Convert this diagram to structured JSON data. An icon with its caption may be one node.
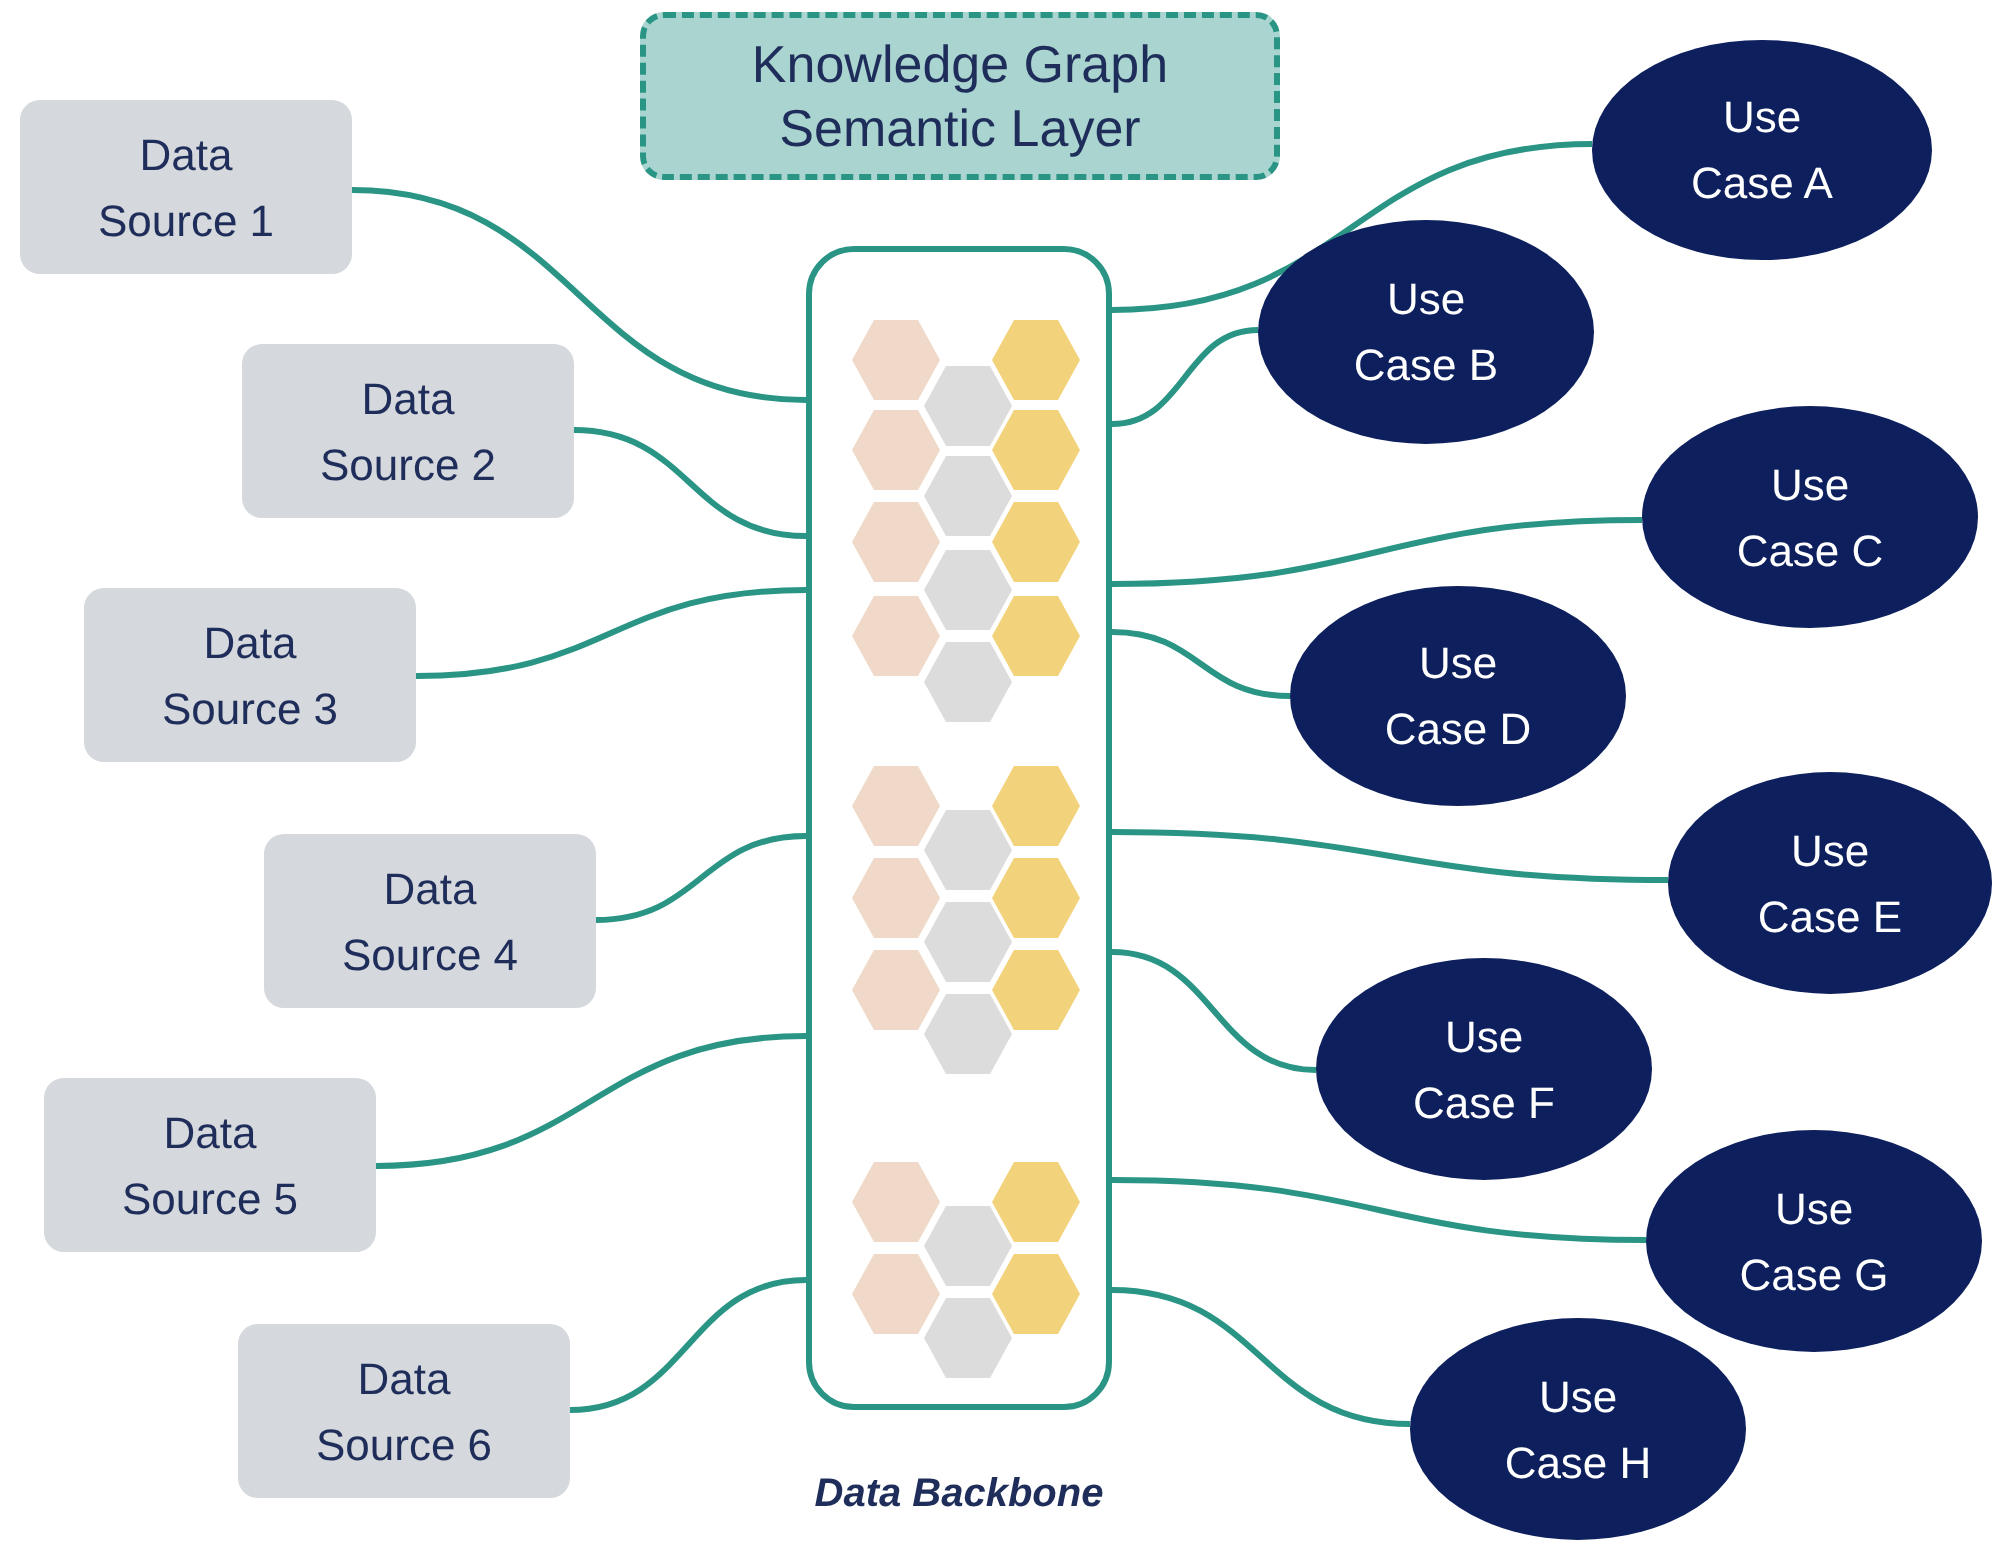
{
  "diagram": {
    "nodes": [
      {
        "text": [
          "Knowledge Graph Semantic Layer"
        ]
      },
      {
        "text": [],
        "shape": "box",
        "beside": [
          "Data Backbone"
        ]
      },
      {
        "text": [
          "Data Source 1"
        ]
      },
      {
        "text": [
          "Data Source 2"
        ]
      },
      {
        "text": [
          "Data Source 3"
        ]
      },
      {
        "text": [
          "Data Source 4"
        ]
      },
      {
        "text": [
          "Data Source 5"
        ]
      },
      {
        "text": [
          "Data Source 6"
        ]
      },
      {
        "text": [
          "Use Case A"
        ]
      },
      {
        "text": [
          "Use Case B"
        ]
      },
      {
        "text": [
          "Use Case C"
        ]
      },
      {
        "text": [
          "Use Case D"
        ]
      },
      {
        "text": [
          "Use Case E"
        ]
      },
      {
        "text": [
          "Use Case F"
        ]
      },
      {
        "text": [
          "Use Case G"
        ]
      },
      {
        "text": [
          "Use Case H"
        ]
      }
    ],
    "edges": [
      {
        "from": 2,
        "to": 1,
        "arrow": "none"
      },
      {
        "from": 3,
        "to": 1,
        "arrow": "none"
      },
      {
        "from": 4,
        "to": 1,
        "arrow": "none"
      },
      {
        "from": 5,
        "to": 1,
        "arrow": "none"
      },
      {
        "from": 6,
        "to": 1,
        "arrow": "none"
      },
      {
        "from": 7,
        "to": 1,
        "arrow": "none"
      },
      {
        "from": 1,
        "to": 8,
        "arrow": "none"
      },
      {
        "from": 1,
        "to": 9,
        "arrow": "none"
      },
      {
        "from": 1,
        "to": 10,
        "arrow": "none"
      },
      {
        "from": 1,
        "to": 11,
        "arrow": "none"
      },
      {
        "from": 1,
        "to": 12,
        "arrow": "none"
      },
      {
        "from": 1,
        "to": 13,
        "arrow": "none"
      },
      {
        "from": 1,
        "to": 14,
        "arrow": "none"
      },
      {
        "from": 1,
        "to": 15,
        "arrow": "none"
      }
    ]
  }
}
